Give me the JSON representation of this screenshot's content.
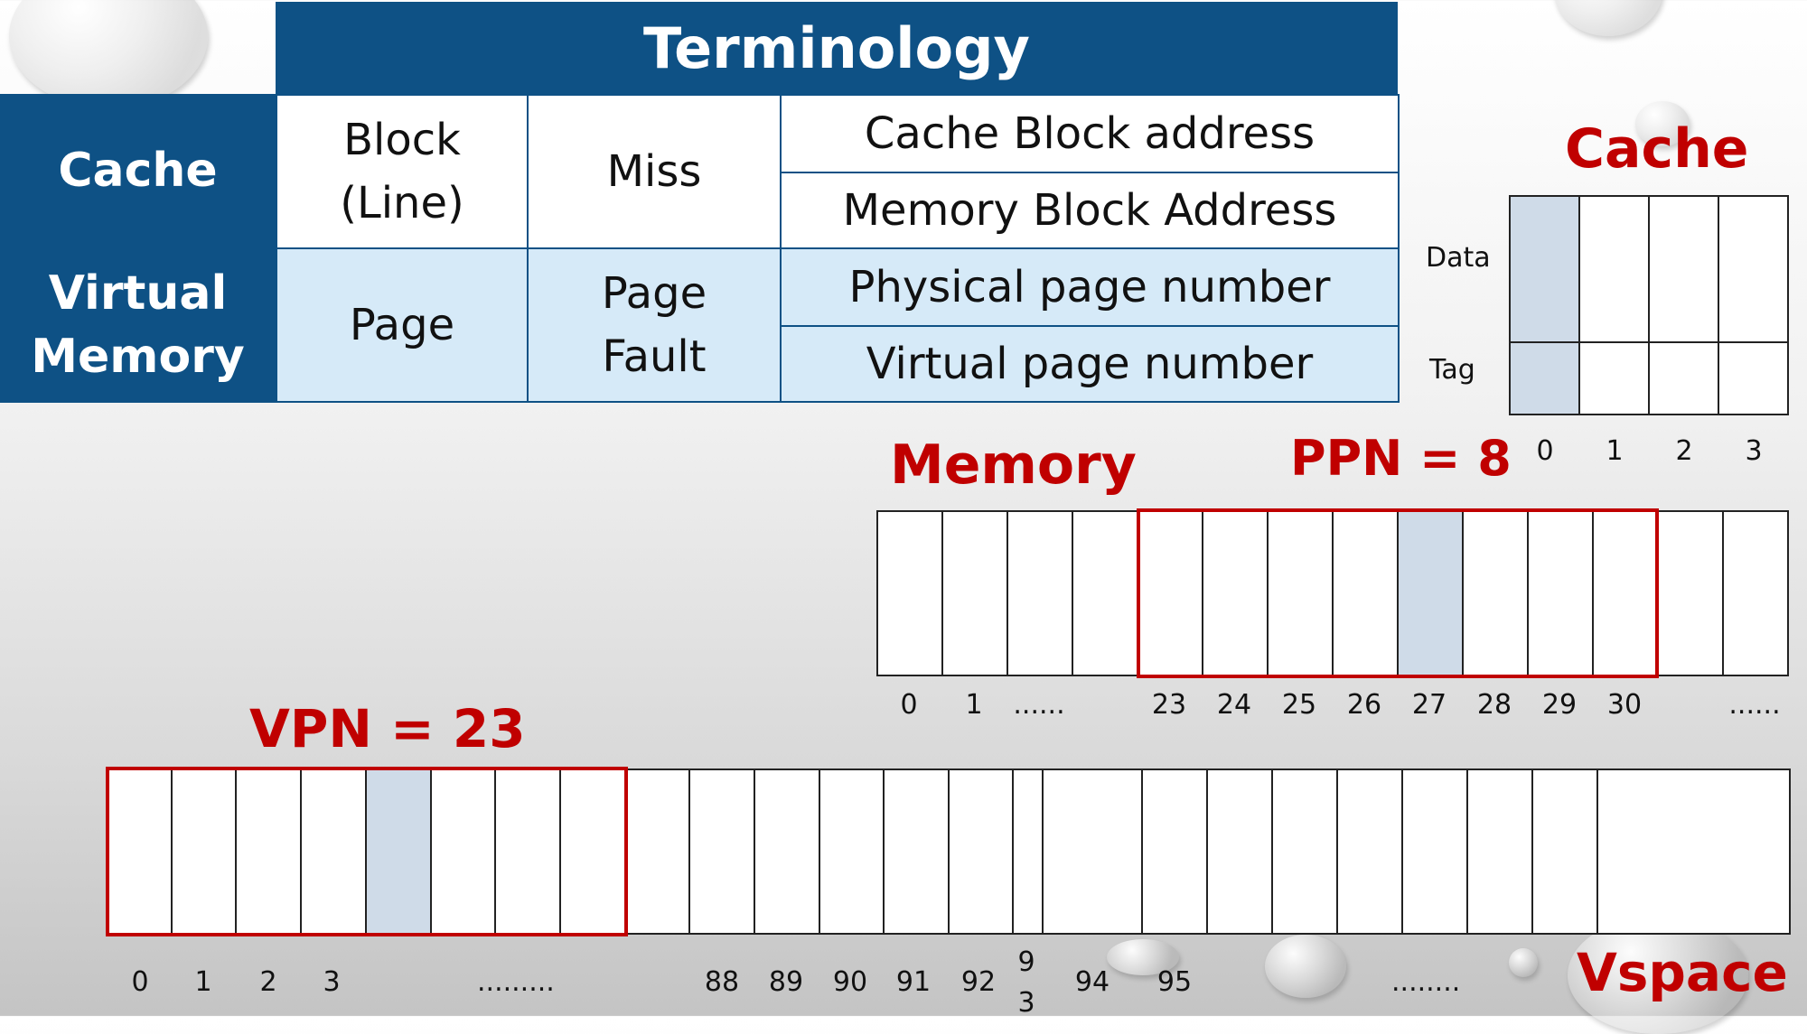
{
  "terminology": {
    "title": "Terminology",
    "rows": [
      {
        "head_line1": "Cache",
        "head_line2": "",
        "unit_line1": "Block",
        "unit_line2": "(Line)",
        "miss_line1": "Miss",
        "miss_line2": "",
        "addr1": "Cache Block address",
        "addr2": "Memory Block Address"
      },
      {
        "head_line1": "Virtual",
        "head_line2": "Memory",
        "unit_line1": "Page",
        "unit_line2": "",
        "miss_line1": "Page",
        "miss_line2": "Fault",
        "addr1": "Physical page number",
        "addr2": "Virtual page number"
      }
    ]
  },
  "cache": {
    "title": "Cache",
    "row_labels": [
      "Data",
      "Tag"
    ],
    "indices": [
      "0",
      "1",
      "2",
      "3"
    ],
    "highlighted_index": 0
  },
  "memory": {
    "title": "Memory",
    "ppn_label": "PPN = 8",
    "labels": [
      "0",
      "1",
      "......",
      "",
      "23",
      "24",
      "25",
      "26",
      "27",
      "28",
      "29",
      "30",
      "",
      "......"
    ],
    "highlighted_cell": 8,
    "frame_cells": [
      4,
      11
    ]
  },
  "vspace": {
    "title": "Vspace",
    "vpn_label": "VPN = 23",
    "labels_left": [
      "0",
      "1",
      "2",
      "3"
    ],
    "dots_left": ".........",
    "labels_mid": [
      "88",
      "89",
      "90",
      "91",
      "92"
    ],
    "label_93_top": "9",
    "label_93_bottom": "3",
    "labels_right": [
      "94",
      "95"
    ],
    "dots_right": "........",
    "highlighted_cell": 4,
    "frame_cells": [
      0,
      7
    ]
  },
  "colors": {
    "header_blue": "#0e5185",
    "light_blue": "#d6eaf8",
    "highlight": "#cfdbe8",
    "accent_red": "#c00000"
  }
}
